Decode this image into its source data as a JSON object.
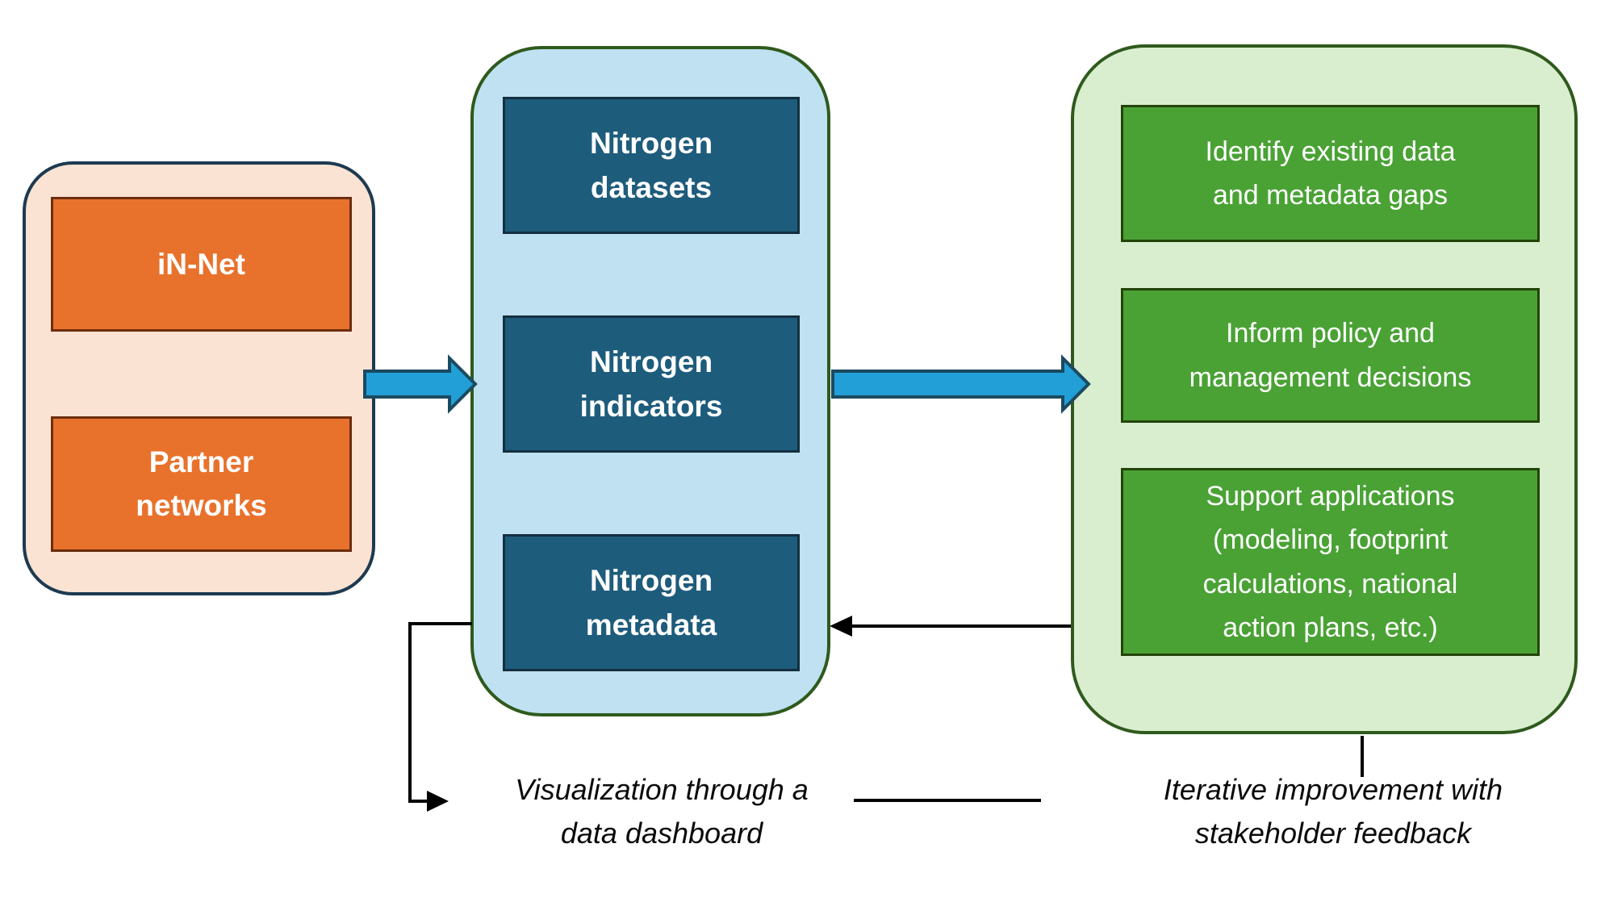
{
  "colors": {
    "peach-fill": "#fbe3d4",
    "navy-border": "#1d3a50",
    "orange-fill": "#e8722c",
    "orange-border": "#6b2e0e",
    "lightblue-fill": "#bfe1f2",
    "green-border": "#2f5a1d",
    "teal-fill": "#1e5c7c",
    "teal-border": "#142f40",
    "lightgreen-fill": "#d9eecf",
    "green-fill": "#4aa235",
    "greenbox-border": "#234409",
    "bluearrow-fill": "#219fd6",
    "bluearrow-border": "#1b4a60",
    "connector-black": "#000000",
    "text-white": "#ffffff",
    "text-black": "#0a0a0a"
  },
  "left_panel": {
    "boxes": [
      {
        "lines": [
          "iN-Net"
        ]
      },
      {
        "lines": [
          "Partner",
          "networks"
        ]
      }
    ]
  },
  "middle_panel": {
    "boxes": [
      {
        "lines": [
          "Nitrogen",
          "datasets"
        ]
      },
      {
        "lines": [
          "Nitrogen",
          "indicators"
        ]
      },
      {
        "lines": [
          "Nitrogen",
          "metadata"
        ]
      }
    ]
  },
  "right_panel": {
    "boxes": [
      {
        "lines": [
          "Identify existing data",
          "and metadata gaps"
        ]
      },
      {
        "lines": [
          "Inform policy and",
          "management decisions"
        ]
      },
      {
        "lines": [
          "Support applications",
          "(modeling, footprint",
          "calculations, national",
          "action plans, etc.)"
        ]
      }
    ]
  },
  "captions": {
    "dashboard": {
      "lines": [
        "Visualization through a",
        "data dashboard"
      ]
    },
    "feedback": {
      "lines": [
        "Iterative improvement with",
        "stakeholder feedback"
      ]
    }
  }
}
